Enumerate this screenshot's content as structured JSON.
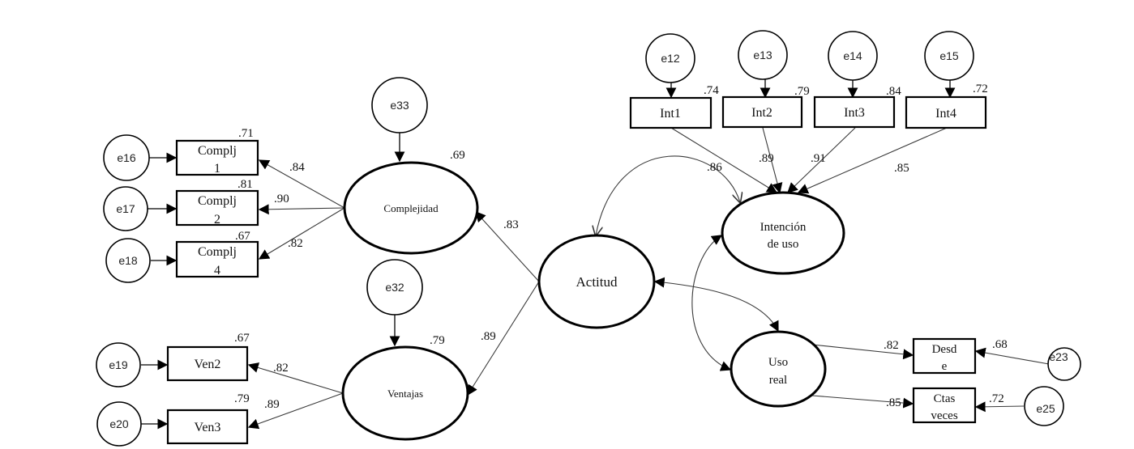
{
  "diagram": {
    "type": "structural-equation-model",
    "latent_variables": [
      {
        "id": "complejidad",
        "label": "Complejidad",
        "r2": ".69",
        "error": "e33"
      },
      {
        "id": "ventajas",
        "label": "Ventajas",
        "r2": ".79",
        "error": "e32"
      },
      {
        "id": "actitud",
        "label": "Actitud"
      },
      {
        "id": "intencion",
        "label_line1": "Intención",
        "label_line2": "de uso"
      },
      {
        "id": "uso_real",
        "label_line1": "Uso",
        "label_line2": "real"
      }
    ],
    "observed_variables": {
      "complejidad": [
        {
          "line1": "Complj",
          "line2": "1",
          "r2": ".71",
          "loading": ".84",
          "error": "e16"
        },
        {
          "line1": "Complj",
          "line2": "2",
          "r2": ".81",
          "loading": ".90",
          "error": "e17"
        },
        {
          "line1": "Complj",
          "line2": "4",
          "r2": ".67",
          "loading": ".82",
          "error": "e18"
        }
      ],
      "ventajas": [
        {
          "label": "Ven2",
          "r2": ".67",
          "loading": ".82",
          "error": "e19"
        },
        {
          "label": "Ven3",
          "r2": ".79",
          "loading": ".89",
          "error": "e20"
        }
      ],
      "intencion": [
        {
          "label": "Int1",
          "r2": ".74",
          "loading": ".86",
          "error": "e12"
        },
        {
          "label": "Int2",
          "r2": ".79",
          "loading": ".89",
          "error": "e13"
        },
        {
          "label": "Int3",
          "r2": ".84",
          "loading": ".91",
          "error": "e14"
        },
        {
          "label": "Int4",
          "r2": ".72",
          "loading": ".85",
          "error": "e15"
        }
      ],
      "uso_real": [
        {
          "line1": "Desd",
          "line2": "e",
          "loading": ".82",
          "error": "e23",
          "error_weight": ".68"
        },
        {
          "line1": "Ctas",
          "line2": "veces",
          "loading": ".85",
          "error": "e25",
          "error_weight": ".72"
        }
      ]
    },
    "structural_paths": [
      {
        "from": "Actitud",
        "to": "Complejidad",
        "coef": ".83"
      },
      {
        "from": "Actitud",
        "to": "Ventajas",
        "coef": ".89"
      }
    ],
    "covariances": [
      {
        "between": [
          "Actitud",
          "Intención de uso"
        ]
      },
      {
        "between": [
          "Actitud",
          "Uso real"
        ]
      },
      {
        "between": [
          "Intención de uso",
          "Uso real"
        ]
      }
    ]
  }
}
